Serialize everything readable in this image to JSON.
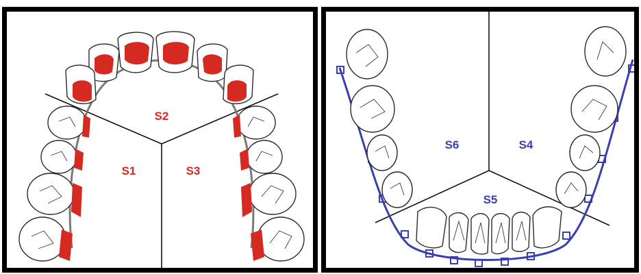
{
  "figure": {
    "colors": {
      "upper_accent": "#d42a22",
      "lower_accent": "#3a3fb0",
      "outline": "#2a2a2a",
      "divider": "#111111",
      "frame": "#000000"
    },
    "upper_arch": {
      "segments": [
        "S1",
        "S2",
        "S3"
      ]
    },
    "lower_arch": {
      "segments": [
        "S4",
        "S5",
        "S6"
      ]
    }
  }
}
